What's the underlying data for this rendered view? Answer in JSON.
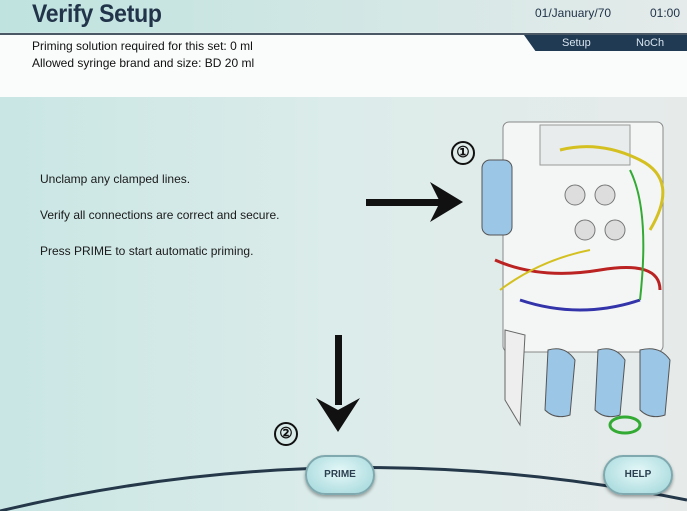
{
  "header": {
    "title": "Verify Setup",
    "date": "01/January/70",
    "time": "01:00"
  },
  "info": {
    "line1": "Priming solution required for this set: 0 ml",
    "line2": "Allowed syringe brand and size: BD 20 ml"
  },
  "tabs": [
    {
      "label": "Setup"
    },
    {
      "label": "NoCh"
    }
  ],
  "instructions": [
    "Unclamp any clamped lines.",
    "Verify all connections are correct and secure.",
    "Press PRIME to start automatic priming."
  ],
  "markers": {
    "one": "①",
    "two": "②"
  },
  "buttons": {
    "prime": "PRIME",
    "help": "HELP"
  },
  "colors": {
    "header_text": "#22344a",
    "tab_bg": "#1f3a52",
    "button": "#b8e4e6"
  }
}
